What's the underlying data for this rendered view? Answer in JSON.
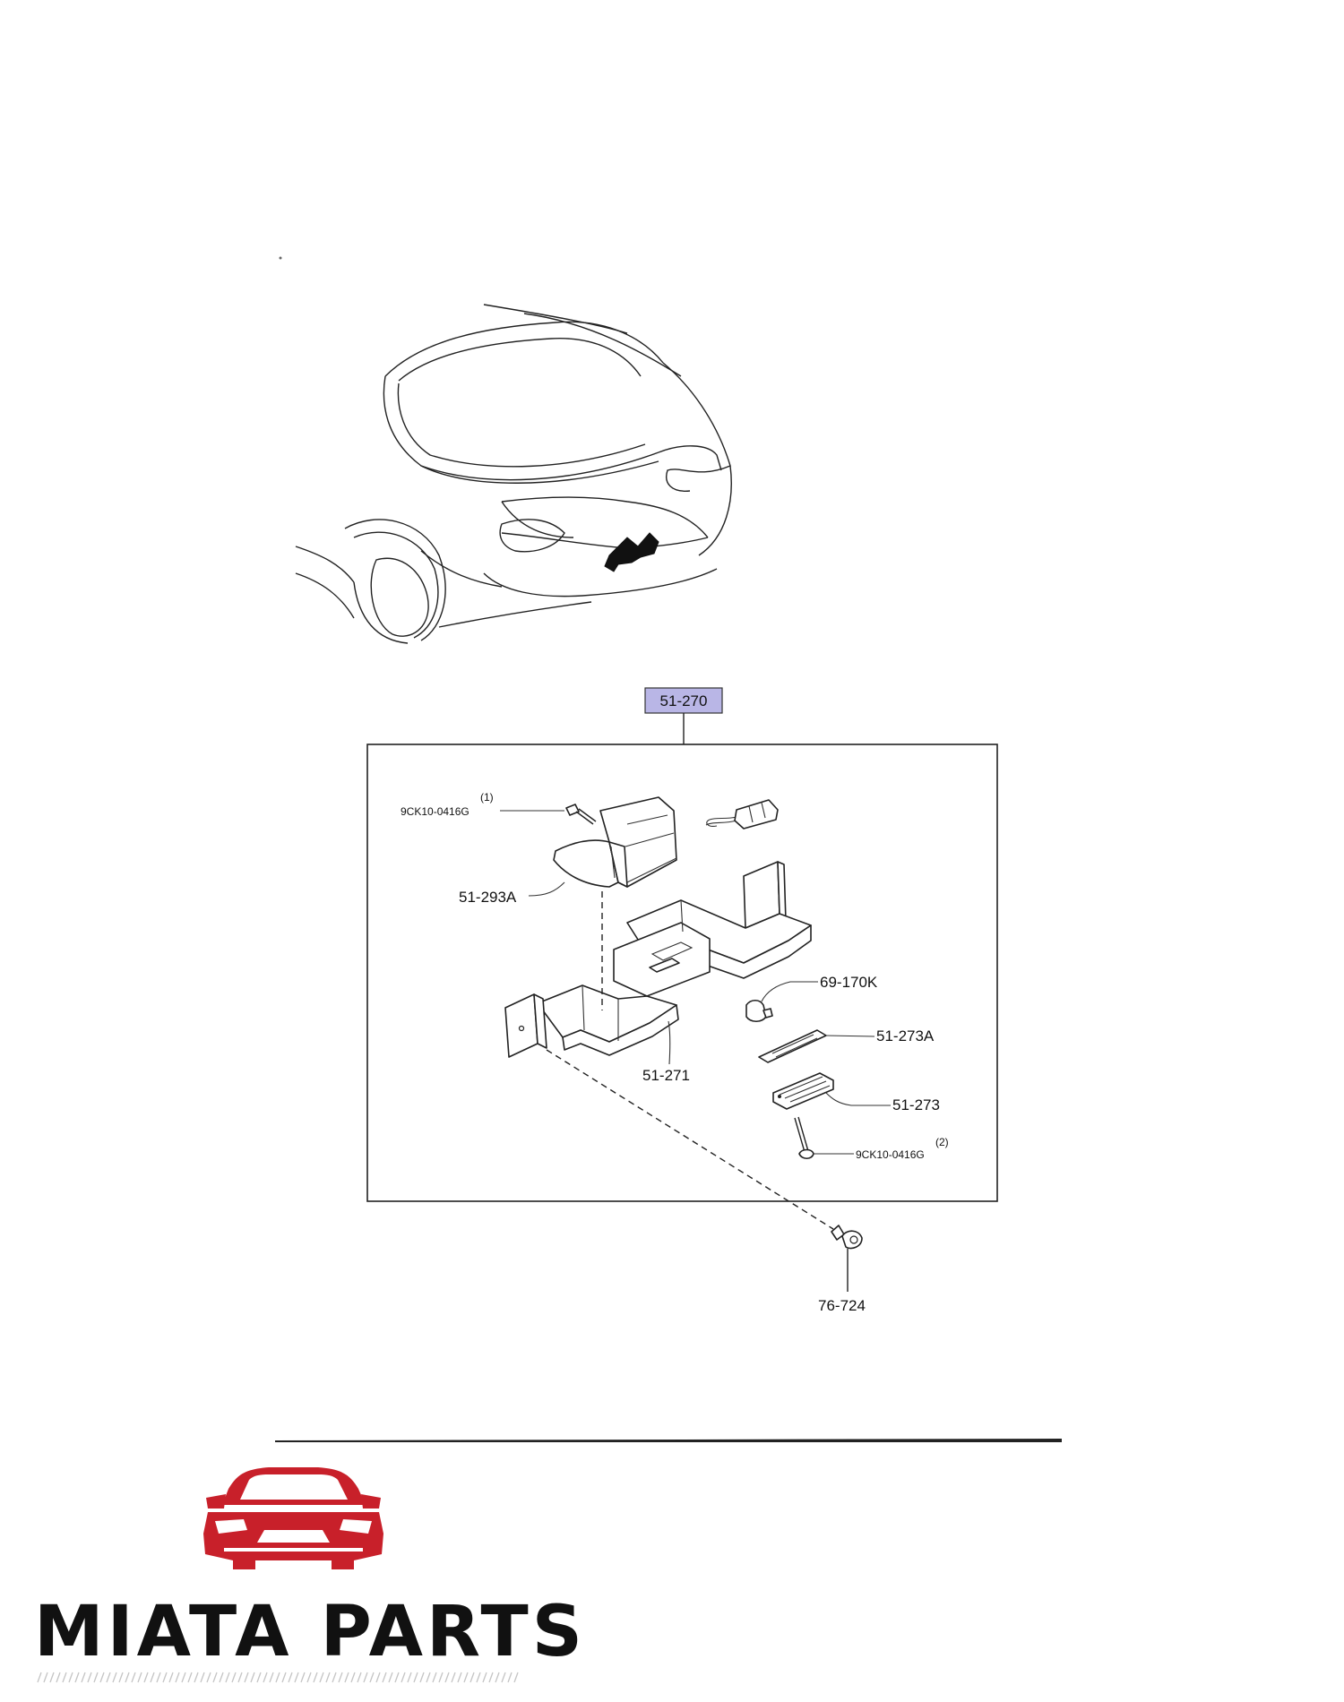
{
  "diagram": {
    "assembly_label": "51-270",
    "part_labels": {
      "screw_top_qty": "(1)",
      "screw_top": "9CK10-0416G",
      "lamp_cover": "51-293A",
      "bracket": "51-271",
      "socket": "69-170K",
      "lens": "51-273A",
      "lamp_body": "51-273",
      "screw_bottom_qty": "(2)",
      "screw_bottom": "9CK10-0416G",
      "grommet": "76-724"
    }
  },
  "brand": {
    "name": "MIATA PARTS",
    "accent_color": "#c8202a",
    "highlight_color": "#b9b6e6"
  }
}
